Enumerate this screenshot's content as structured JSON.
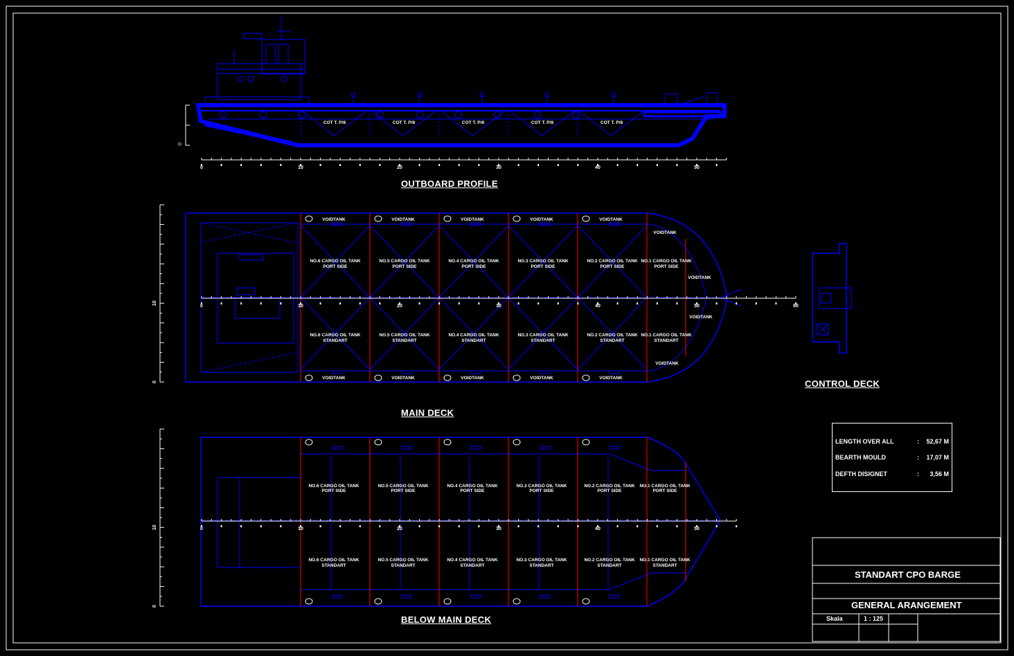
{
  "titles": {
    "outboard_profile": "OUTBOARD PROFILE",
    "main_deck": "MAIN DECK",
    "below_main_deck": "BELOW MAIN DECK",
    "control_deck": "CONTROL DECK"
  },
  "specs": [
    {
      "label": "LENGTH OVER ALL",
      "value": "52,67 M"
    },
    {
      "label": "BEARTH MOULD",
      "value": "17,07 M"
    },
    {
      "label": "DEFTH DISIGNET",
      "value": "3,56 M"
    }
  ],
  "title_block": {
    "project": "STANDART CPO BARGE",
    "drawing": "GENERAL ARANGEMENT",
    "scale_label": "Skala",
    "scale_value": "1 : 125"
  },
  "profile_labels": [
    "COT T. P/8",
    "COT T. P/8",
    "COT T. P/8",
    "COT T. P/8",
    "COT T. P/8"
  ],
  "tank_labels": {
    "port": [
      "NO.6 CARGO OIL TANK",
      "NO.5 CARGO OIL TANK",
      "NO.4 CARGO OIL TANK",
      "NO.3 CARGO OIL TANK",
      "NO.2 CARGO OIL TANK",
      "NO.1 CARGO OIL TANK"
    ],
    "port_side": "PORT SIDE",
    "stb_side": "STANDART",
    "void": "VOIDTANK"
  },
  "scale_ticks": {
    "profile": [
      "0",
      "10",
      "20",
      "30",
      "40",
      "50"
    ],
    "main": [
      "0",
      "10",
      "20",
      "30",
      "40",
      "50",
      "60"
    ],
    "below": [
      "0",
      "10",
      "20",
      "30",
      "40",
      "50"
    ],
    "vertical_profile": [
      "0"
    ],
    "vertical_deck": [
      "0",
      "10"
    ]
  },
  "colors": {
    "background": "#000000",
    "line": "#0000ff",
    "frame": "#ff0000",
    "text": "#ffffff"
  }
}
